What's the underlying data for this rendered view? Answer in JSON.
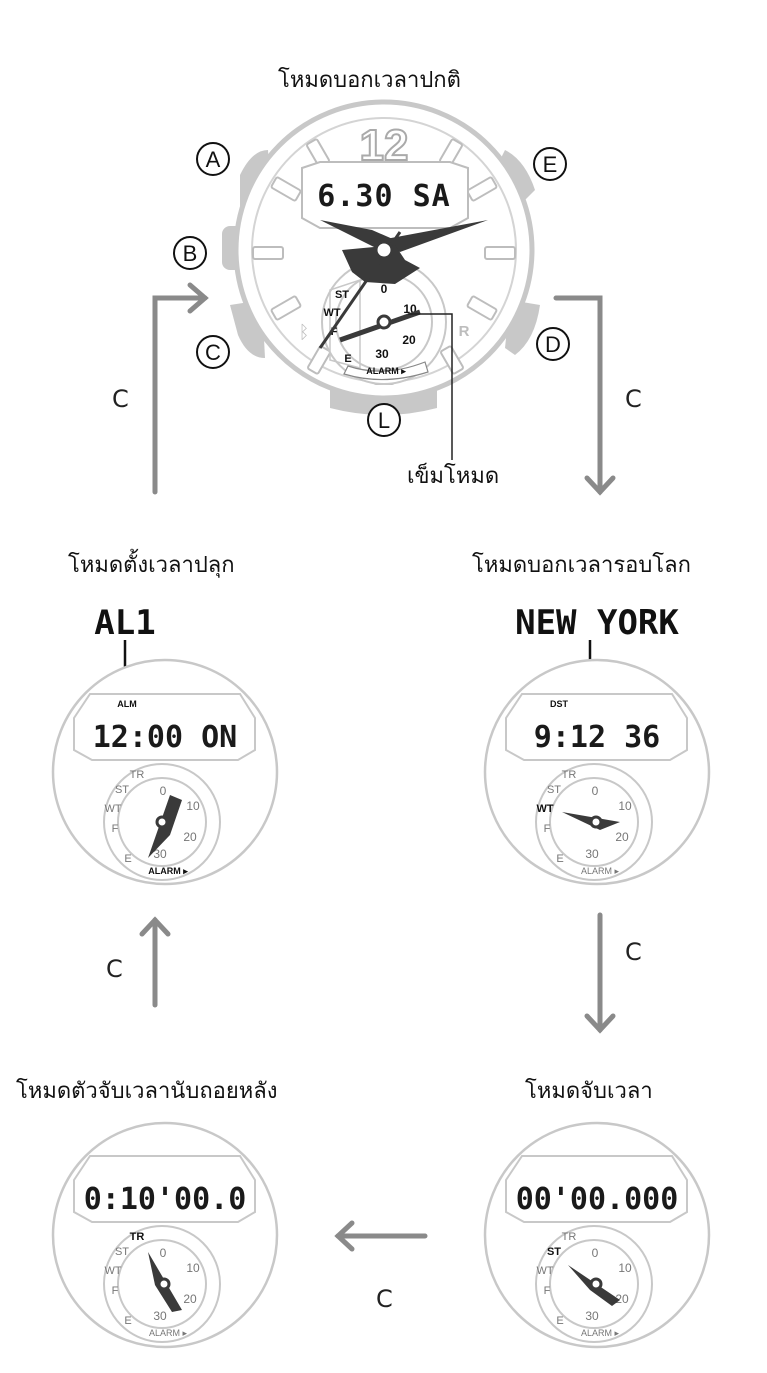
{
  "titles": {
    "timekeeping": "โหมดบอกเวลาปกติ",
    "alarm": "โหมดตั้งเวลาปลุก",
    "world_time": "โหมดบอกเวลารอบโลก",
    "countdown": "โหมดตัวจับเวลานับถอยหลัง",
    "stopwatch": "โหมดจับเวลา"
  },
  "mode_hand_label": "เข็มโหมด",
  "button_letters": {
    "a": "A",
    "b": "B",
    "c": "C",
    "d": "D",
    "e": "E",
    "l": "L"
  },
  "arrow_label": "C",
  "main_watch": {
    "dial_number": "12",
    "lcd": "6.30 SA",
    "sub_dial": {
      "marks": [
        "0",
        "10",
        "20",
        "30"
      ],
      "modes": [
        "ST",
        "WT",
        "F",
        "E"
      ],
      "alarm": "ALARM ▸"
    },
    "side_letter": "R"
  },
  "alarm_watch": {
    "callout": "AL1",
    "tag": "ALM",
    "lcd": "12:00 ON"
  },
  "world_watch": {
    "callout": "NEW YORK",
    "tag": "DST",
    "lcd": "9:12 36"
  },
  "countdown_watch": {
    "lcd": "0:10'00.0"
  },
  "stopwatch_watch": {
    "lcd": "00'00.000"
  },
  "mini_subdial": {
    "marks": [
      "0",
      "10",
      "20",
      "30"
    ],
    "modes": [
      "TR",
      "ST",
      "WT",
      "F",
      "E"
    ],
    "alarm": "ALARM ▸"
  },
  "colors": {
    "gray": "#9a9a9a",
    "dark": "#3a3a3a",
    "light": "#c8c8c8"
  }
}
